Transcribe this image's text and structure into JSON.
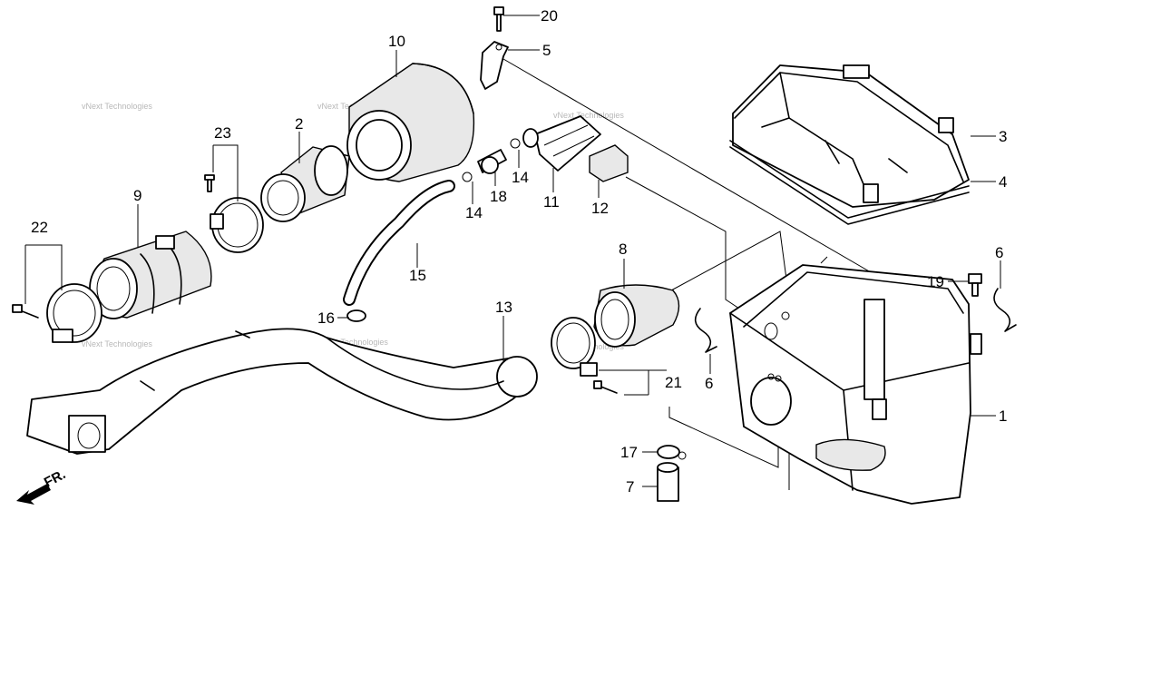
{
  "labels": {
    "p1": "1",
    "p2": "2",
    "p3": "3",
    "p4": "4",
    "p5": "5",
    "p6a": "6",
    "p6b": "6",
    "p7": "7",
    "p8": "8",
    "p9": "9",
    "p10": "10",
    "p11": "11",
    "p12": "12",
    "p13": "13",
    "p14a": "14",
    "p14b": "14",
    "p15": "15",
    "p16": "16",
    "p17": "17",
    "p18": "18",
    "p19": "19",
    "p20": "20",
    "p21": "21",
    "p22": "22",
    "p23": "23"
  },
  "direction_label": "FR.",
  "watermark": "vNext Technologies"
}
